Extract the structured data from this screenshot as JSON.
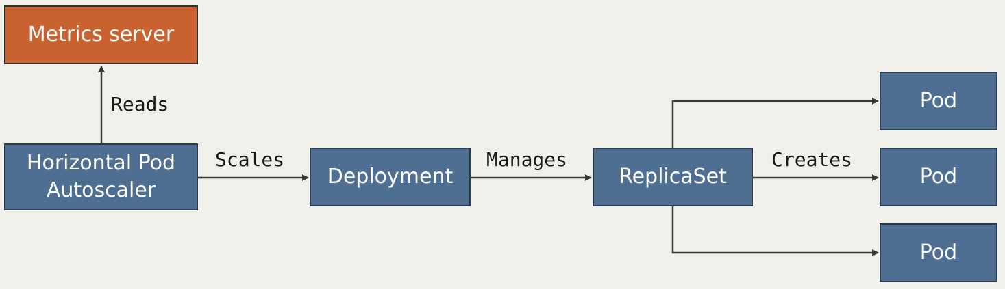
{
  "colors": {
    "background": "#f0efe9",
    "node_fill": "#4f6f92",
    "node_border": "#2b3b4e",
    "accent_fill": "#c9622f",
    "edge": "#3a3a3a"
  },
  "nodes": {
    "metrics_server": "Metrics server",
    "hpa_line1": "Horizontal Pod",
    "hpa_line2": "Autoscaler",
    "deployment": "Deployment",
    "replicaset": "ReplicaSet",
    "pod_top": "Pod",
    "pod_middle": "Pod",
    "pod_bottom": "Pod"
  },
  "edges": {
    "reads": "Reads",
    "scales": "Scales",
    "manages": "Manages",
    "creates": "Creates"
  }
}
